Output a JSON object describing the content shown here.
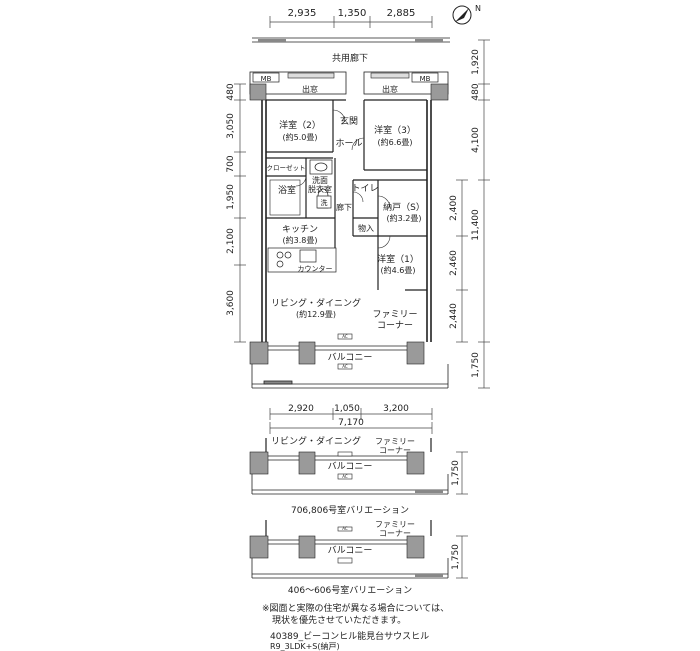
{
  "dims": {
    "top": [
      "2,935",
      "1,350",
      "2,885"
    ],
    "left": [
      "480",
      "3,050",
      "700",
      "1,950",
      "2,100",
      "3,600"
    ],
    "right_outer": [
      "1,920",
      "480",
      "4,100",
      "11,400",
      "1,750"
    ],
    "right_inner": [
      "2,400",
      "2,460",
      "2,440"
    ],
    "bottom": [
      "2,920",
      "1,050",
      "3,200"
    ],
    "bottom_total": "7,170",
    "var_height": "1,750"
  },
  "rooms": {
    "corridor": "共用廊下",
    "mb": "MB",
    "window_left": "出窓",
    "window_right": "出窓",
    "western2": "洋室（2）",
    "western2_area": "(約5.0畳)",
    "entrance": "玄関",
    "hall": "ホール",
    "western3": "洋室（3）",
    "western3_area": "(約6.6畳)",
    "closet": "クローゼット",
    "wash": "洗面",
    "dressing": "脱衣室",
    "washer": "洗",
    "bath": "浴室",
    "toilet": "トイレ",
    "hallway": "廊下",
    "storage_room": "納戸（S）",
    "storage_room_area": "(約3.2畳)",
    "storage": "物入",
    "kitchen": "キッチン",
    "kitchen_area": "(約3.8畳)",
    "counter": "カウンター",
    "western1": "洋室（1）",
    "western1_area": "(約4.6畳)",
    "living": "リビング・ダイニング",
    "living_area": "(約12.9畳)",
    "family": "ファミリー",
    "corner": "コーナー",
    "ac": "AC",
    "balcony": "バルコニー"
  },
  "variation1": {
    "living": "リビング・ダイニング",
    "family": "ファミリー",
    "corner": "コーナー",
    "balcony": "バルコニー",
    "ac": "AC",
    "caption": "706,806号室バリエーション"
  },
  "variation2": {
    "family": "ファミリー",
    "corner": "コーナー",
    "balcony": "バルコニー",
    "ac": "AC",
    "caption": "406～606号室バリエーション"
  },
  "notes": {
    "line1": "※図面と実際の住宅が異なる場合については、",
    "line2": "現状を優先させていただきます。",
    "plan_id": "40389_ビーコンヒル能見台サウスヒル",
    "plan_type": "R9_3LDK+S(納戸)"
  },
  "compass_label": "N"
}
